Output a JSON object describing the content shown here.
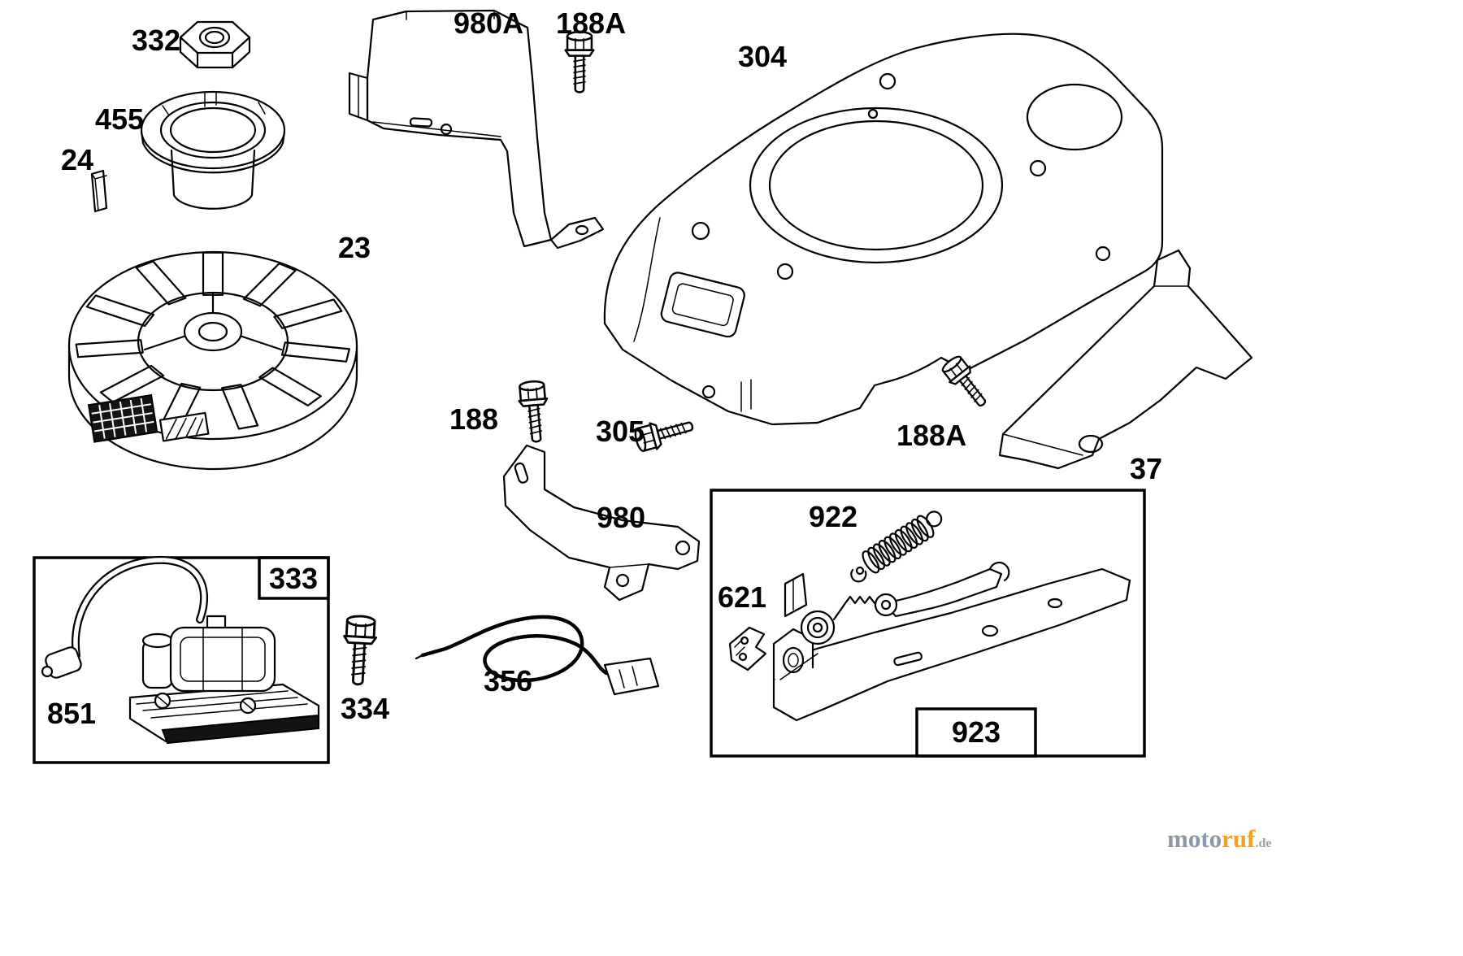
{
  "diagram": {
    "labels": {
      "nut_332": "332",
      "cup_455": "455",
      "pin_24": "24",
      "flywheel_23": "23",
      "shield_980a": "980A",
      "bolt_188a_top": "188A",
      "housing_304": "304",
      "bolt_188": "188",
      "bolt_305": "305",
      "bolt_188a_side": "188A",
      "bracket_37": "37",
      "bracket_980": "980",
      "inset_333": "333",
      "coil_851": "851",
      "bolt_334": "334",
      "wire_356": "356",
      "spring_922": "922",
      "bracket_621": "621",
      "inset_923": "923"
    },
    "watermark": {
      "moto": "moto",
      "ruf": "ruf",
      "tld": ".de"
    },
    "colors": {
      "ink": "#000000",
      "background": "#ffffff",
      "logo_moto": "#8a98ab",
      "logo_ruf": "#f5a01e",
      "logo_tld": "#98a0a8"
    }
  }
}
